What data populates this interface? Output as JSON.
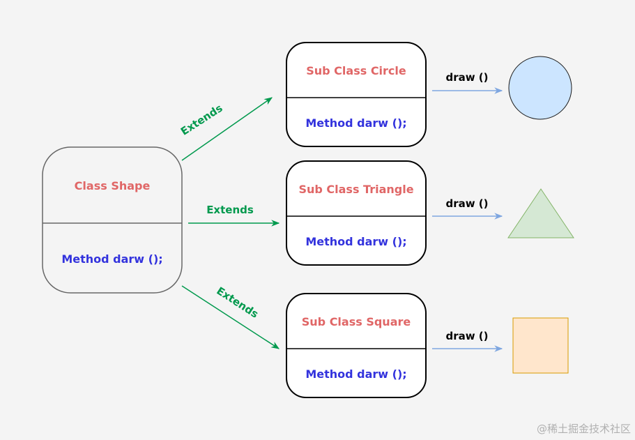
{
  "colors": {
    "background": "#f4f4f4",
    "title_text": "#e06666",
    "method_text": "#3333dd",
    "extends_arrow": "#00994d",
    "draw_arrow": "#7ea6e0",
    "parent_border": "#666666",
    "child_border": "#000000",
    "circle_fill": "#cce5ff",
    "circle_stroke": "#1a1a1a",
    "triangle_fill": "#d5e8d4",
    "triangle_stroke": "#82b366",
    "square_fill": "#ffe6cc",
    "square_stroke": "#d79b00"
  },
  "parent": {
    "title": "Class Shape",
    "method": "Method darw ();"
  },
  "edges": {
    "top": "Extends",
    "middle": "Extends",
    "bottom": "Extends"
  },
  "children": {
    "circle": {
      "title": "Sub Class Circle",
      "method": "Method darw ();",
      "draw": "draw ()",
      "shape": "circle"
    },
    "triangle": {
      "title": "Sub Class Triangle",
      "method": "Method darw ();",
      "draw": "draw ()",
      "shape": "triangle"
    },
    "square": {
      "title": "Sub Class Square",
      "method": "Method darw ();",
      "draw": "draw ()",
      "shape": "square"
    }
  },
  "watermark": "@稀土掘金技术社区"
}
